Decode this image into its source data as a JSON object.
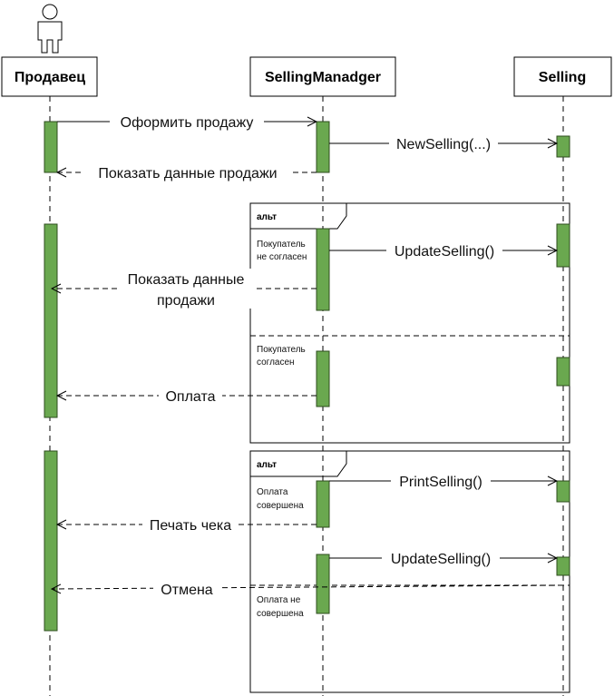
{
  "participants": {
    "seller": "Продавец",
    "manager": "SellingManadger",
    "selling": "Selling"
  },
  "messages": {
    "m1": "Оформить продажу",
    "m2": "NewSelling(...)",
    "m3": "Показать данные продажи",
    "m4": "UpdateSelling()",
    "m5_line1": "Показать данные",
    "m5_line2": "продажи",
    "m6": "Оплата",
    "m7": "PrintSelling()",
    "m8": "Печать чека",
    "m9": "UpdateSelling()",
    "m10": "Отмена"
  },
  "frames": {
    "alt1": {
      "tag": "альт",
      "guard1_line1": "Покупатель",
      "guard1_line2": "не согласен",
      "guard2_line1": "Покупатель",
      "guard2_line2": "согласен"
    },
    "alt2": {
      "tag": "альт",
      "guard1_line1": "Оплата",
      "guard1_line2": "совершена",
      "guard2_line1": "Оплата не",
      "guard2_line2": "совершена"
    }
  },
  "colors": {
    "activation": "#6aa84f",
    "line": "#000000"
  }
}
